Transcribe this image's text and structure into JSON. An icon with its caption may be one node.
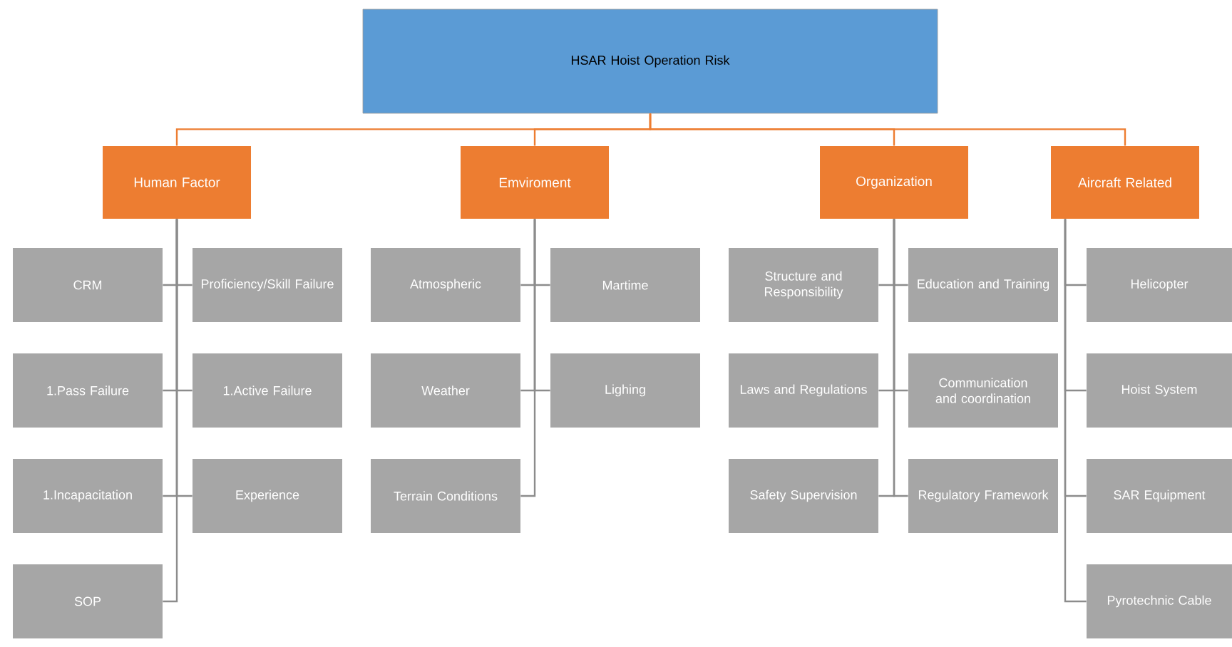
{
  "diagram": {
    "nodes": [
      {
        "text": [
          "HSAR Hoist Operation Risk"
        ]
      },
      {
        "text": [
          "Human Factor"
        ]
      },
      {
        "text": [
          "CRM"
        ]
      },
      {
        "text": [
          "Proficiency/Skill Failure"
        ]
      },
      {
        "text": [
          "1.Pass Failure"
        ]
      },
      {
        "text": [
          "1.Active Failure"
        ]
      },
      {
        "text": [
          "1.Incapacitation"
        ]
      },
      {
        "text": [
          "Experience"
        ]
      },
      {
        "text": [
          "SOP"
        ]
      },
      {
        "text": [
          "Emviroment"
        ]
      },
      {
        "text": [
          "Atmospheric"
        ]
      },
      {
        "text": [
          "Martime"
        ]
      },
      {
        "text": [
          "Weather"
        ]
      },
      {
        "text": [
          "Lighing"
        ]
      },
      {
        "text": [
          "Terrain Conditions"
        ]
      },
      {
        "text": [
          "Organization"
        ]
      },
      {
        "text": [
          "Structure and Responsibility"
        ]
      },
      {
        "text": [
          "Education and Training"
        ]
      },
      {
        "text": [
          "Laws and Regulations"
        ]
      },
      {
        "text": [
          "Communication and coordination"
        ]
      },
      {
        "text": [
          "Safety Supervision"
        ]
      },
      {
        "text": [
          "Regulatory Framework"
        ]
      },
      {
        "text": [
          "Aircraft Related"
        ]
      },
      {
        "text": [
          "Helicopter"
        ]
      },
      {
        "text": [
          "Hoist System"
        ]
      },
      {
        "text": [
          "SAR Equipment"
        ]
      },
      {
        "text": [
          "Pyrotechnic Cable"
        ]
      }
    ],
    "edges": [
      {
        "from": 0,
        "to": 1,
        "arrow": "none",
        "color": "#ed7d31"
      },
      {
        "from": 0,
        "to": 9,
        "arrow": "none",
        "color": "#ed7d31"
      },
      {
        "from": 0,
        "to": 15,
        "arrow": "none",
        "color": "#ed7d31"
      },
      {
        "from": 0,
        "to": 22,
        "arrow": "none",
        "color": "#ed7d31"
      },
      {
        "from": 1,
        "to": 2,
        "arrow": "none"
      },
      {
        "from": 1,
        "to": 3,
        "arrow": "none"
      },
      {
        "from": 1,
        "to": 4,
        "arrow": "none"
      },
      {
        "from": 1,
        "to": 5,
        "arrow": "none"
      },
      {
        "from": 1,
        "to": 6,
        "arrow": "none"
      },
      {
        "from": 1,
        "to": 7,
        "arrow": "none"
      },
      {
        "from": 1,
        "to": 8,
        "arrow": "none"
      },
      {
        "from": 9,
        "to": 10,
        "arrow": "none"
      },
      {
        "from": 9,
        "to": 11,
        "arrow": "none"
      },
      {
        "from": 9,
        "to": 12,
        "arrow": "none"
      },
      {
        "from": 9,
        "to": 13,
        "arrow": "none"
      },
      {
        "from": 9,
        "to": 14,
        "arrow": "none"
      },
      {
        "from": 15,
        "to": 16,
        "arrow": "none"
      },
      {
        "from": 15,
        "to": 17,
        "arrow": "none"
      },
      {
        "from": 15,
        "to": 18,
        "arrow": "none"
      },
      {
        "from": 15,
        "to": 19,
        "arrow": "none"
      },
      {
        "from": 15,
        "to": 20,
        "arrow": "none"
      },
      {
        "from": 15,
        "to": 21,
        "arrow": "none"
      },
      {
        "from": 22,
        "to": 23,
        "arrow": "none"
      },
      {
        "from": 22,
        "to": 24,
        "arrow": "none"
      },
      {
        "from": 22,
        "to": 25,
        "arrow": "none"
      },
      {
        "from": 22,
        "to": 26,
        "arrow": "none"
      }
    ]
  }
}
